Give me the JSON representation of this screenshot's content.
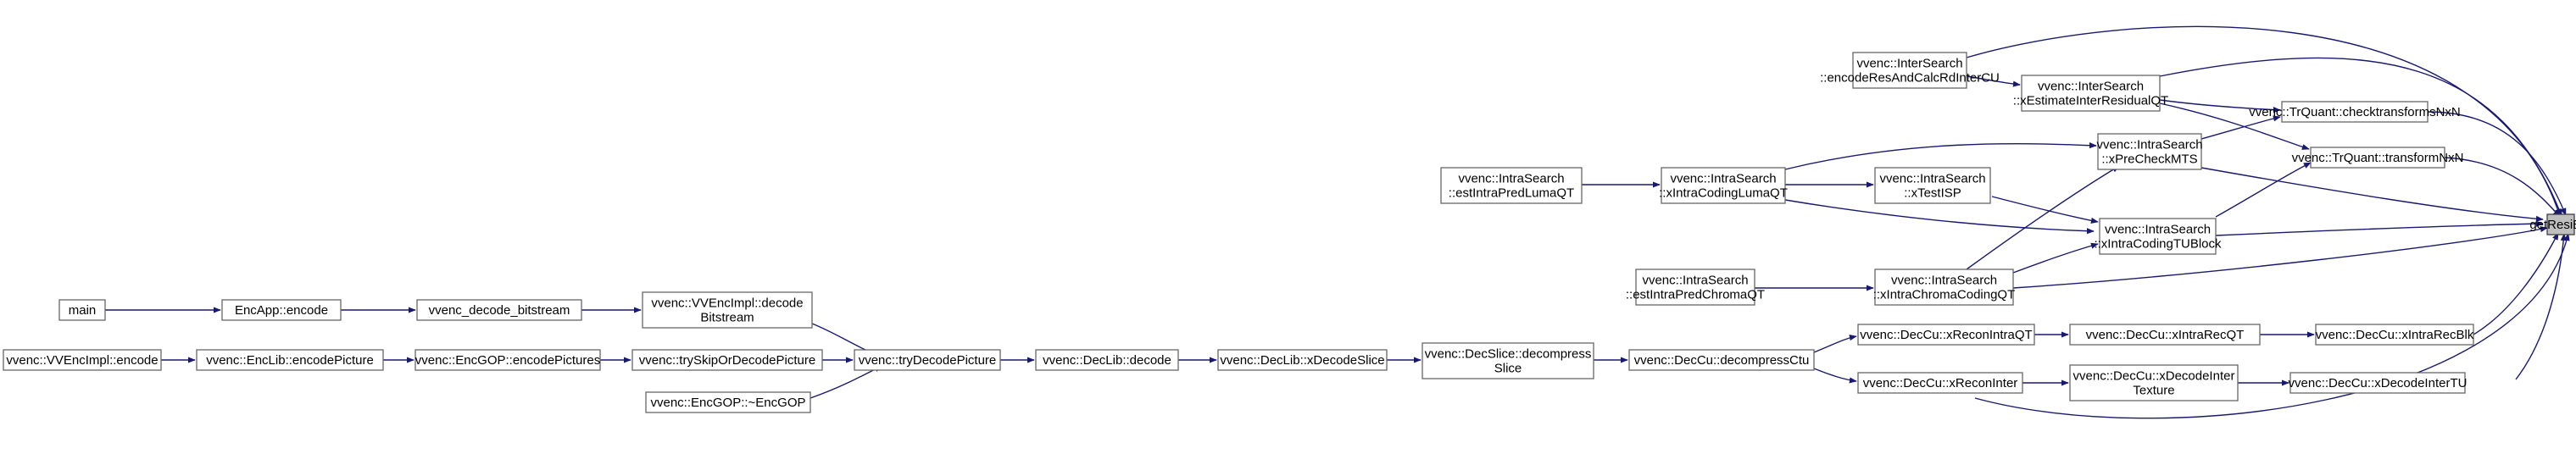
{
  "colors": {
    "edge": "#191970",
    "node_border": "#666666",
    "target_fill": "#bfbfbf",
    "background": "#ffffff"
  },
  "nodes": {
    "getResiBuf": [
      "getResiBuf"
    ],
    "encodeResAndCalcRdInterCU": [
      "vvenc::InterSearch",
      "::encodeResAndCalcRdInterCU"
    ],
    "xEstimateInterResidualQT": [
      "vvenc::InterSearch",
      "::xEstimateInterResidualQT"
    ],
    "checktransformsNxN": [
      "vvenc::TrQuant::checktransformsNxN"
    ],
    "xPreCheckMTS": [
      "vvenc::IntraSearch",
      "::xPreCheckMTS"
    ],
    "transformNxN": [
      "vvenc::TrQuant::transformNxN"
    ],
    "estIntraPredLumaQT": [
      "vvenc::IntraSearch",
      "::estIntraPredLumaQT"
    ],
    "xIntraCodingLumaQT": [
      "vvenc::IntraSearch",
      "::xIntraCodingLumaQT"
    ],
    "xTestISP": [
      "vvenc::IntraSearch",
      "::xTestISP"
    ],
    "xIntraCodingTUBlock": [
      "vvenc::IntraSearch",
      "::xIntraCodingTUBlock"
    ],
    "estIntraPredChromaQT": [
      "vvenc::IntraSearch",
      "::estIntraPredChromaQT"
    ],
    "xIntraChromaCodingQT": [
      "vvenc::IntraSearch",
      "::xIntraChromaCodingQT"
    ],
    "main": [
      "main"
    ],
    "EncApp_encode": [
      "EncApp::encode"
    ],
    "vvenc_decode_bitstream": [
      "vvenc_decode_bitstream"
    ],
    "VVEncImpl_decodeBitstream": [
      "vvenc::VVEncImpl::decode",
      "Bitstream"
    ],
    "VVEncImpl_encode": [
      "vvenc::VVEncImpl::encode"
    ],
    "EncLib_encodePicture": [
      "vvenc::EncLib::encodePicture"
    ],
    "EncGOP_encodePictures": [
      "vvenc::EncGOP::encodePictures"
    ],
    "trySkipOrDecodePicture": [
      "vvenc::trySkipOrDecodePicture"
    ],
    "EncGOP_destructor": [
      "vvenc::EncGOP::~EncGOP"
    ],
    "tryDecodePicture": [
      "vvenc::tryDecodePicture"
    ],
    "DecLib_decode": [
      "vvenc::DecLib::decode"
    ],
    "DecLib_xDecodeSlice": [
      "vvenc::DecLib::xDecodeSlice"
    ],
    "DecSlice_decompressSlice": [
      "vvenc::DecSlice::decompress",
      "Slice"
    ],
    "DecCu_decompressCtu": [
      "vvenc::DecCu::decompressCtu"
    ],
    "DecCu_xReconIntraQT": [
      "vvenc::DecCu::xReconIntraQT"
    ],
    "DecCu_xReconInter": [
      "vvenc::DecCu::xReconInter"
    ],
    "DecCu_xIntraRecQT": [
      "vvenc::DecCu::xIntraRecQT"
    ],
    "DecCu_xDecodeInterTexture": [
      "vvenc::DecCu::xDecodeInter",
      "Texture"
    ],
    "DecCu_xIntraRecBlk": [
      "vvenc::DecCu::xIntraRecBlk"
    ],
    "DecCu_xDecodeInterTU": [
      "vvenc::DecCu::xDecodeInterTU"
    ]
  }
}
